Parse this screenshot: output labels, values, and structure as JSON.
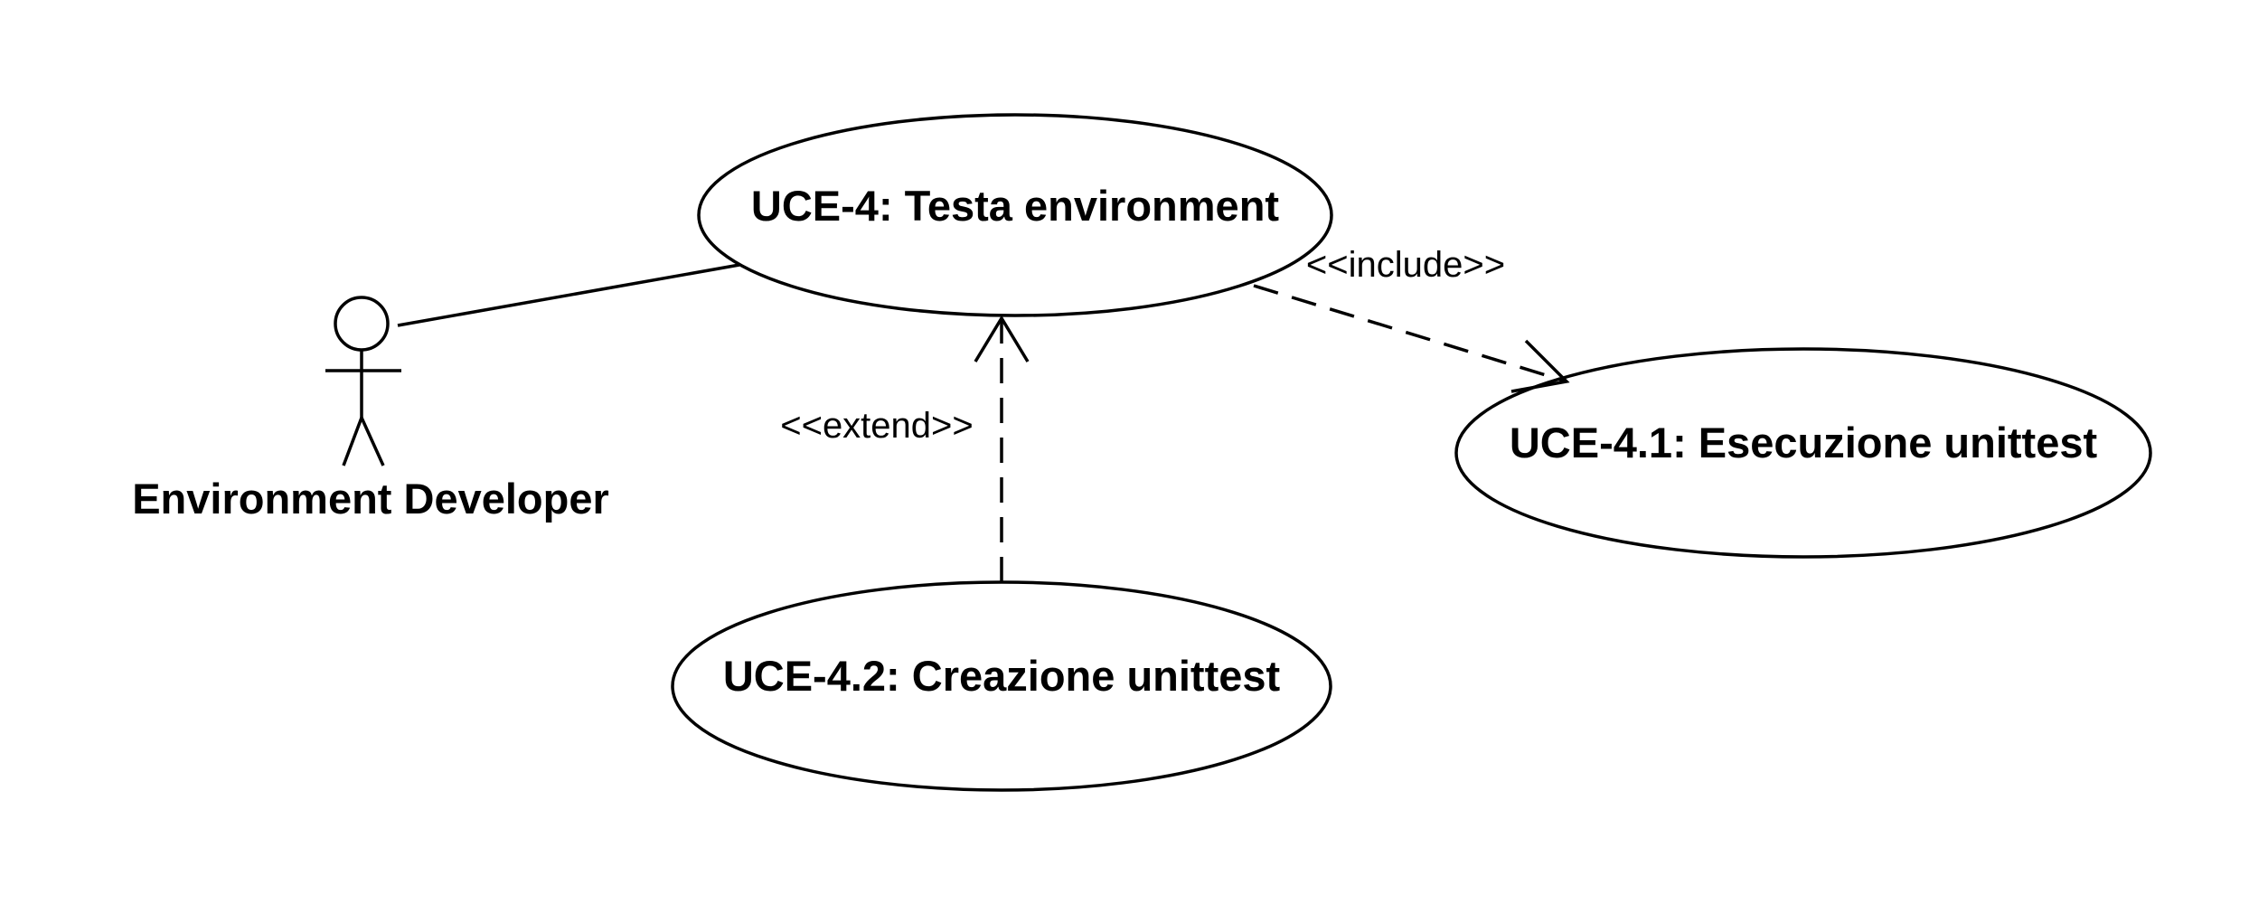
{
  "actor": {
    "label": "Environment Developer"
  },
  "use_cases": {
    "main": {
      "label": "UCE-4: Testa environment"
    },
    "execution": {
      "label": "UCE-4.1: Esecuzione unittest"
    },
    "creation": {
      "label": "UCE-4.2: Creazione unittest"
    }
  },
  "relationships": {
    "include": {
      "label": "<<include>>"
    },
    "extend": {
      "label": "<<extend>>"
    }
  },
  "colors": {
    "stroke": "#000000",
    "background": "#ffffff"
  }
}
